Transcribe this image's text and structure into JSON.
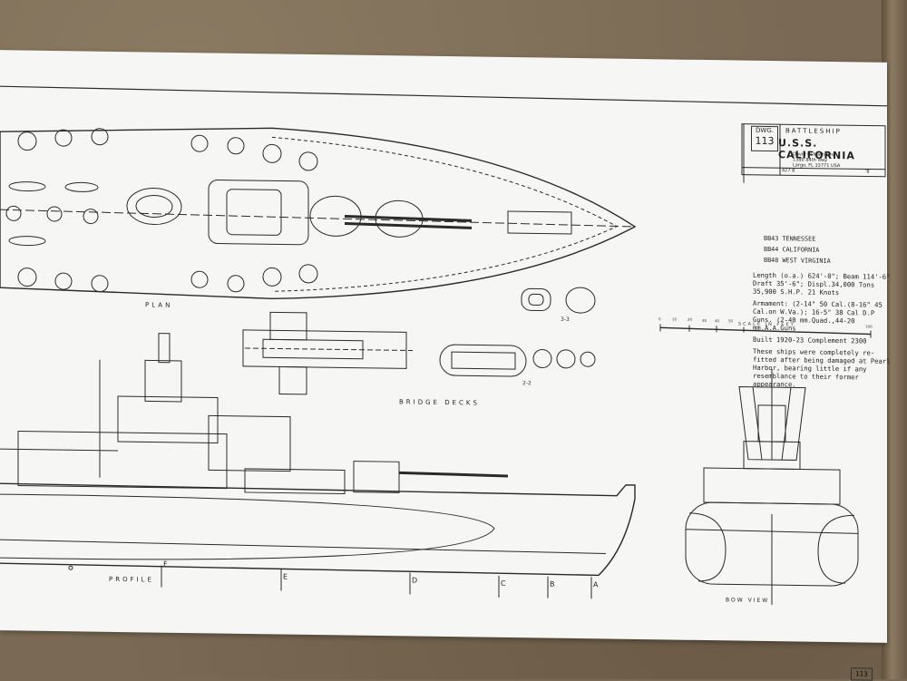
{
  "title_block": {
    "dwg_label": "DWG.",
    "dwg_number": "113",
    "type": "BATTLESHIP",
    "name": "U.S.S. CALIFORNIA",
    "author": [
      "David C. Mathews",
      "1380 84th Way",
      "Largo, FL 33771 USA"
    ],
    "ref_left": "427 8",
    "ref_right": "'8"
  },
  "ships": [
    "BB43 TENNESSEE",
    "BB44 CALIFORNIA",
    "BB48 WEST VIRGINIA"
  ],
  "specs": {
    "dimensions": "Length (o.a.) 624'-0\"; Beam 114'-6\" Draft 35'-6\"; Displ.34,000 Tons 35,900 S.H.P.  21 Knots",
    "armament": "Armament: (2-14\" 50 Cal.(8-16\" 45 Cal.on W.Va.); 16-5\" 38 Cal D.P Guns. (2-40 mm.Quad.,44-20 mm.A.A.Guns",
    "built": "Built 1920-23     Complement 2300",
    "note": "These ships were completely re- fitted after being damaged at Pearl Harbor, bearing little if any resemblance to their former appearance."
  },
  "labels": {
    "plan": "PLAN",
    "bridge_decks": "BRIDGE DECKS",
    "profile": "PROFILE",
    "bow_view": "BOW VIEW",
    "scale": "SCALE IN FEET",
    "section_33": "3-3",
    "section_22": "2-2"
  },
  "scale_ticks": [
    "0",
    "10",
    "20",
    "30",
    "40",
    "50",
    "100"
  ],
  "stations": [
    "F",
    "E",
    "D",
    "C",
    "B",
    "A"
  ],
  "sheet_number": "113"
}
